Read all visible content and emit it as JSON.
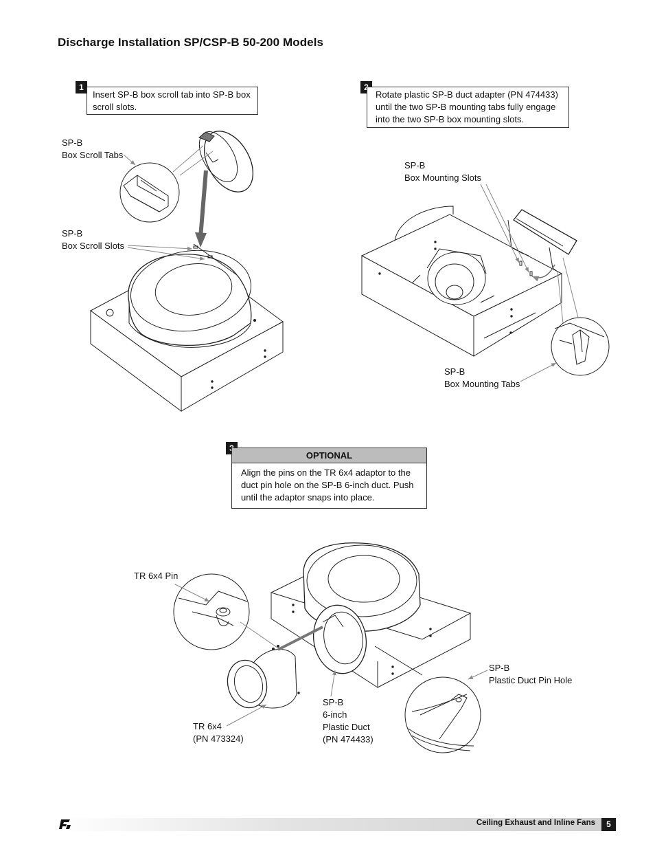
{
  "page": {
    "title": "Discharge Installation SP/CSP-B 50-200 Models"
  },
  "steps": [
    {
      "number": "1",
      "lines": [
        "Insert SP-B box scroll tab into SP-B box",
        "scroll slots."
      ]
    },
    {
      "number": "2",
      "lines": [
        "Rotate plastic SP-B duct adapter (PN 474433)",
        "until the two SP-B mounting tabs fully engage",
        "into the two SP-B box mounting slots."
      ]
    },
    {
      "number": "3",
      "header": "OPTIONAL",
      "lines": [
        "Align the pins on the TR 6x4 adaptor to the",
        "duct pin hole on the SP-B 6-inch duct. Push",
        "until the adaptor snaps into place."
      ]
    }
  ],
  "callouts": {
    "scroll_tabs": [
      "SP-B",
      "Box Scroll Tabs"
    ],
    "scroll_slots": [
      "SP-B",
      "Box Scroll Slots"
    ],
    "mounting_slots": [
      "SP-B",
      "Box Mounting Slots"
    ],
    "mounting_tabs": [
      "SP-B",
      "Box Mounting Tabs"
    ],
    "tr_pin": [
      "TR 6x4 Pin"
    ],
    "duct_pin_hole": [
      "SP-B",
      "Plastic Duct Pin Hole"
    ],
    "tr_adaptor": [
      "TR 6x4",
      "(PN 473324)"
    ],
    "plastic_duct": [
      "SP-B",
      "6-inch",
      "Plastic Duct",
      "(PN 474433)"
    ]
  },
  "footer": {
    "text": "Ceiling Exhaust and Inline Fans",
    "page_number": "5"
  }
}
